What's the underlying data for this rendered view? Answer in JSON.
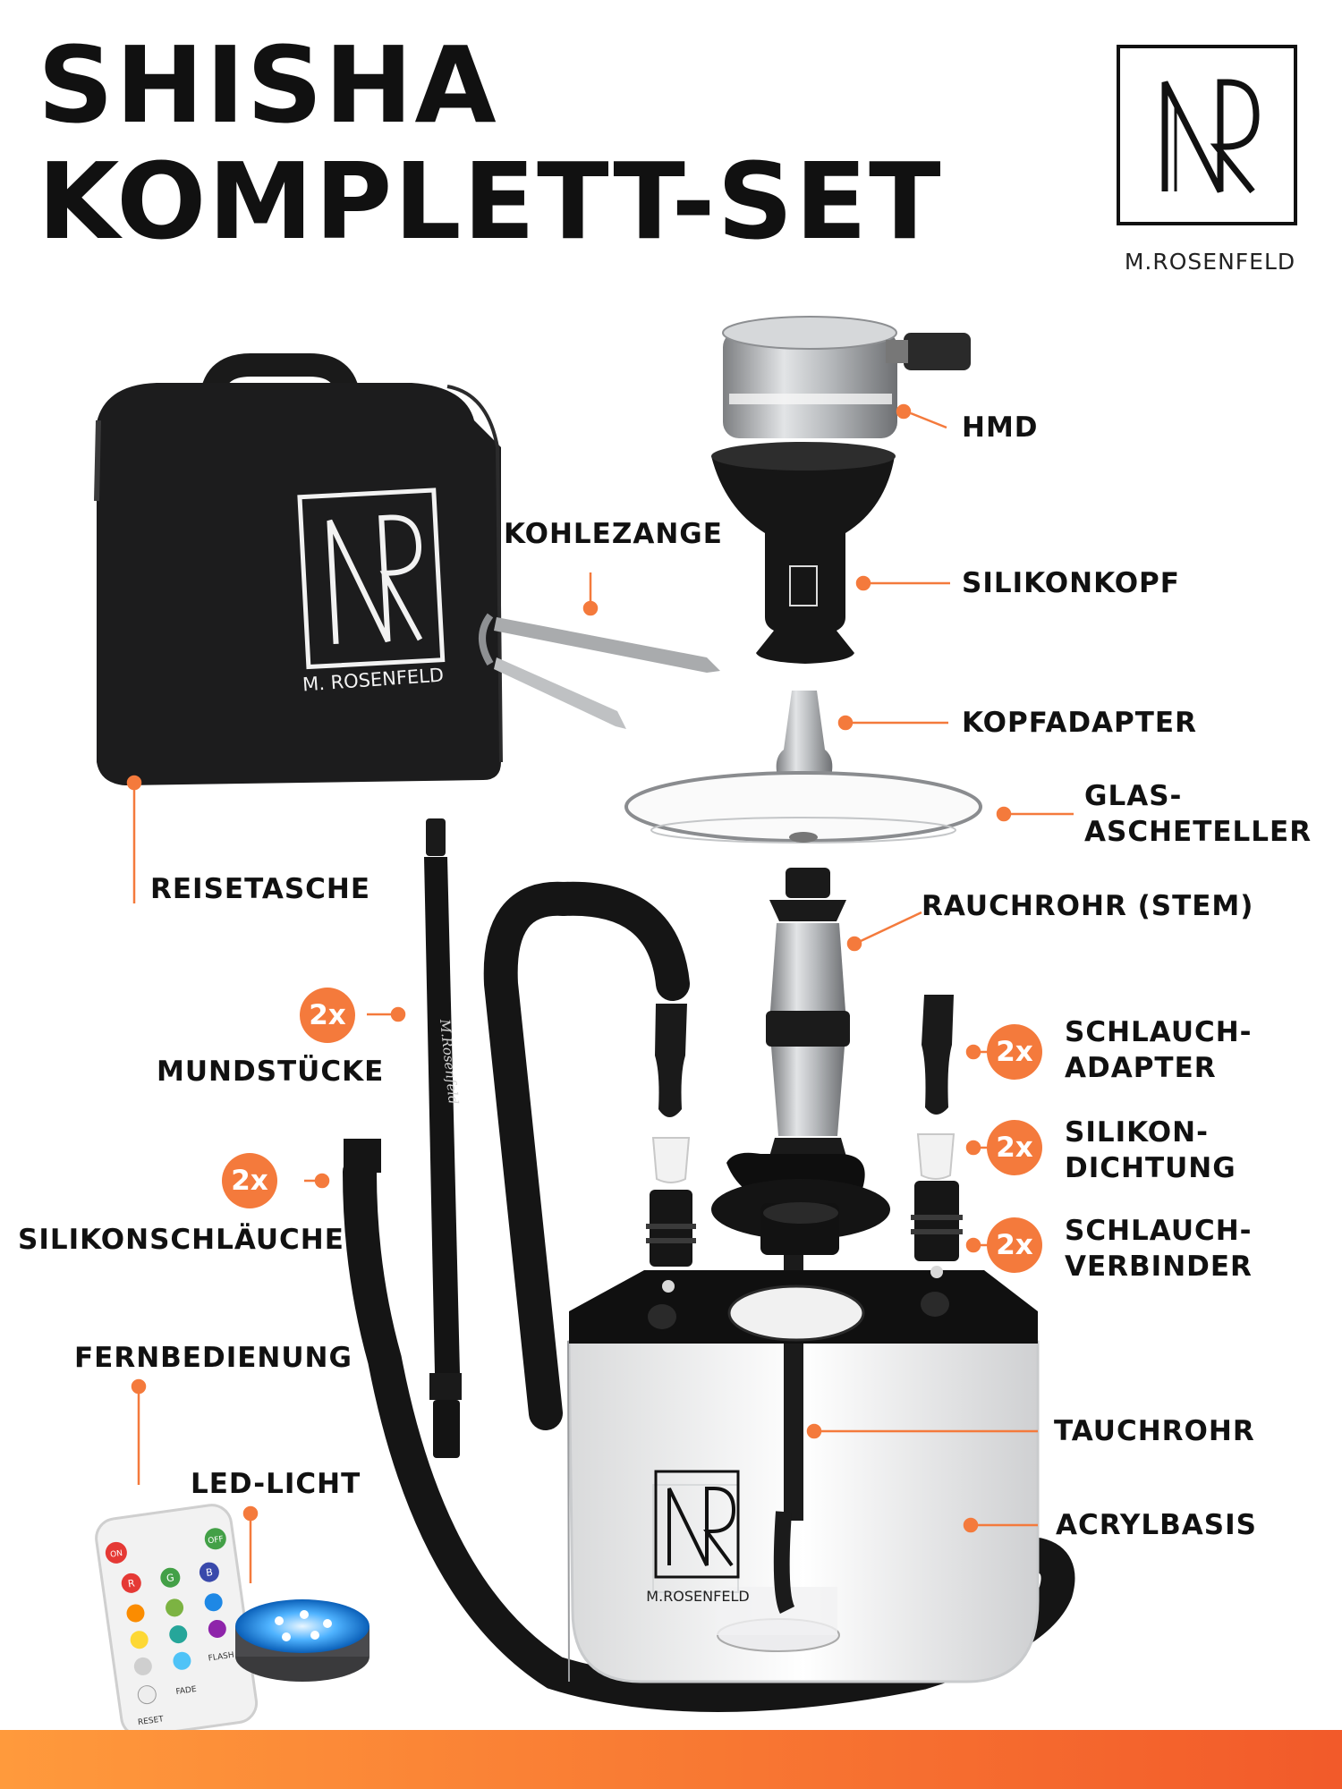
{
  "title": {
    "line1": "SHISHA",
    "line2": "KOMPLETT-SET"
  },
  "brand": {
    "name": "M.ROSENFELD",
    "logo_letters": "NR",
    "bag_print": "M. ROSENFELD",
    "base_print": "M.ROSENFELD"
  },
  "badge_text": "2x",
  "labels": {
    "hmd": "HMD",
    "kohlezange": "KOHLEZANGE",
    "silikonkopf": "SILIKONKOPF",
    "kopfadapter": "KOPFADAPTER",
    "glas1": "GLAS-",
    "glas2": "ASCHETELLER",
    "reisetasche": "REISETASCHE",
    "rauchrohr": "RAUCHROHR (STEM)",
    "mundstuecke": "MUNDSTÜCKE",
    "schlauchadapter1": "SCHLAUCH-",
    "schlauchadapter2": "ADAPTER",
    "silikondichtung1": "SILIKON-",
    "silikondichtung2": "DICHTUNG",
    "silikonschlaeuche": "SILIKONSCHLÄUCHE",
    "schlauchverbinder1": "SCHLAUCH-",
    "schlauchverbinder2": "VERBINDER",
    "fernbedienung": "FERNBEDIENUNG",
    "led": "LED-LICHT",
    "tauchrohr": "TAUCHROHR",
    "acrylbasis": "ACRYLBASIS"
  },
  "remote_keys": {
    "on": "ON",
    "off": "OFF",
    "r": "R",
    "g": "G",
    "b": "B",
    "fade": "FADE",
    "flash": "FLASH",
    "reset": "RESET"
  },
  "colors": {
    "accent": "#f47a3c",
    "dark": "#111111",
    "bar_start": "#ff9a3c",
    "bar_end": "#f25a2a"
  }
}
